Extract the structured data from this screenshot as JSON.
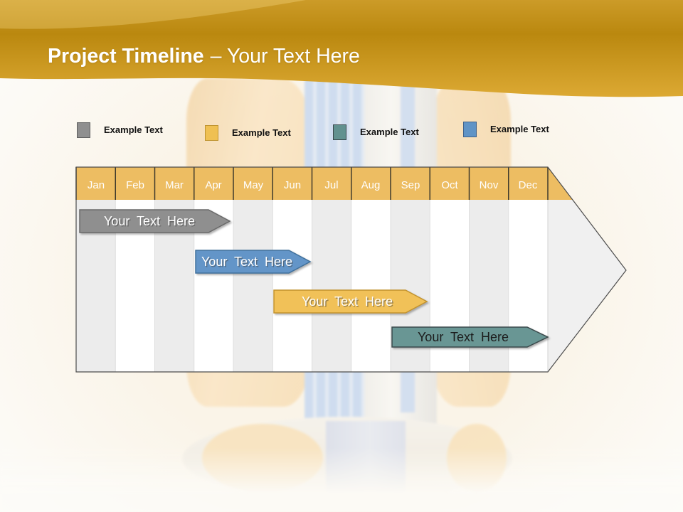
{
  "header": {
    "title_bold": "Project Timeline",
    "title_rest": "– Your Text Here"
  },
  "legend": {
    "items": [
      {
        "label": "Example Text",
        "color": "#8F8F8F"
      },
      {
        "label": "Example Text",
        "color": "#EFC052"
      },
      {
        "label": "Example Text",
        "color": "#61918F"
      },
      {
        "label": "Example Text",
        "color": "#6094C6"
      }
    ]
  },
  "timeline": {
    "months": [
      "Jan",
      "Feb",
      "Mar",
      "Apr",
      "May",
      "Jun",
      "Jul",
      "Aug",
      "Sep",
      "Oct",
      "Nov",
      "Dec"
    ],
    "header_fill": "#EDBD62",
    "arrow_fill": "#F0F0F0",
    "bars": [
      {
        "label": "Your Text Here",
        "fill": "#8F8F8F",
        "stroke": "#6A6A6A",
        "text_color": "#FFFFFF",
        "start": "Jan",
        "end": "Mar"
      },
      {
        "label": "Your Text Here",
        "fill": "#6495C8",
        "stroke": "#41719C",
        "text_color": "#FFFFFF",
        "start": "Apr",
        "end": "May"
      },
      {
        "label": "Your Text Here",
        "fill": "#F1C159",
        "stroke": "#C2932F",
        "text_color": "#FFFFFF",
        "start": "Jun",
        "end": "Sep"
      },
      {
        "label": "Your Text Here",
        "fill": "#699694",
        "stroke": "#3A4A4C",
        "text_color": "#1A1A1A",
        "start": "Sep",
        "end": "Dec"
      }
    ]
  }
}
